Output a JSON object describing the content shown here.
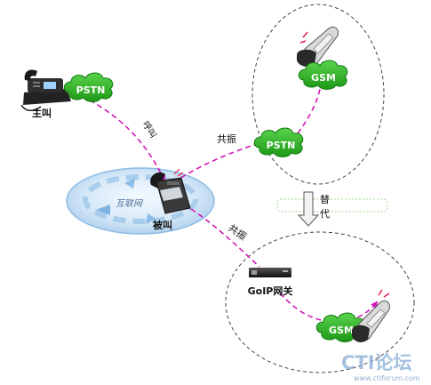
{
  "diagram": {
    "nodes": {
      "caller_phone": {
        "label": "主叫"
      },
      "pstn_left": {
        "label": "PSTN"
      },
      "pstn_right": {
        "label": "PSTN"
      },
      "gsm_top": {
        "label": "GSM"
      },
      "gsm_bottom": {
        "label": "GSM"
      },
      "internet": {
        "label": "互联网"
      },
      "callee_phone": {
        "label": "被叫"
      },
      "goip_gateway": {
        "label": "GoIP网关"
      }
    },
    "edges": {
      "call": {
        "label": "呼叫"
      },
      "ring_top": {
        "label": "共振"
      },
      "ring_bottom": {
        "label": "共振"
      }
    },
    "replace": {
      "label_char1": "替",
      "label_char2": "代"
    },
    "watermark": {
      "brand": "CTI论坛",
      "url": "www.ctiforum.com"
    },
    "colors": {
      "cloud_green": "#27b01e",
      "cloud_green_dark": "#137a10",
      "dash_magenta": "#d21ab8",
      "platform_blue": "#bcd9f3",
      "platform_ring": "#9ec6ea",
      "cti_blue": "#8fb1d8"
    }
  }
}
